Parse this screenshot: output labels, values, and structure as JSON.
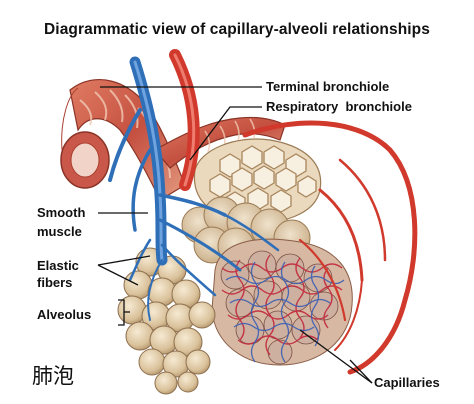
{
  "title": "Diagrammatic view of capillary-alveoli relationships",
  "labels": {
    "terminal_bronchiole": "Terminal bronchiole",
    "respiratory_bronchiole": "Respiratory  bronchiole",
    "smooth": "Smooth",
    "muscle": "muscle",
    "elastic": "Elastic",
    "fibers": "fibers",
    "alveolus": "Alveolus",
    "capillaries": "Capillaries"
  },
  "caption": "肺泡",
  "colors": {
    "artery_blue": "#2f6fb8",
    "vessel_red": "#d0392b",
    "muscle_red": "#b8463c",
    "alveolus_tan": "#e6d2b0",
    "bronchiole_pink": "#d9765f"
  }
}
